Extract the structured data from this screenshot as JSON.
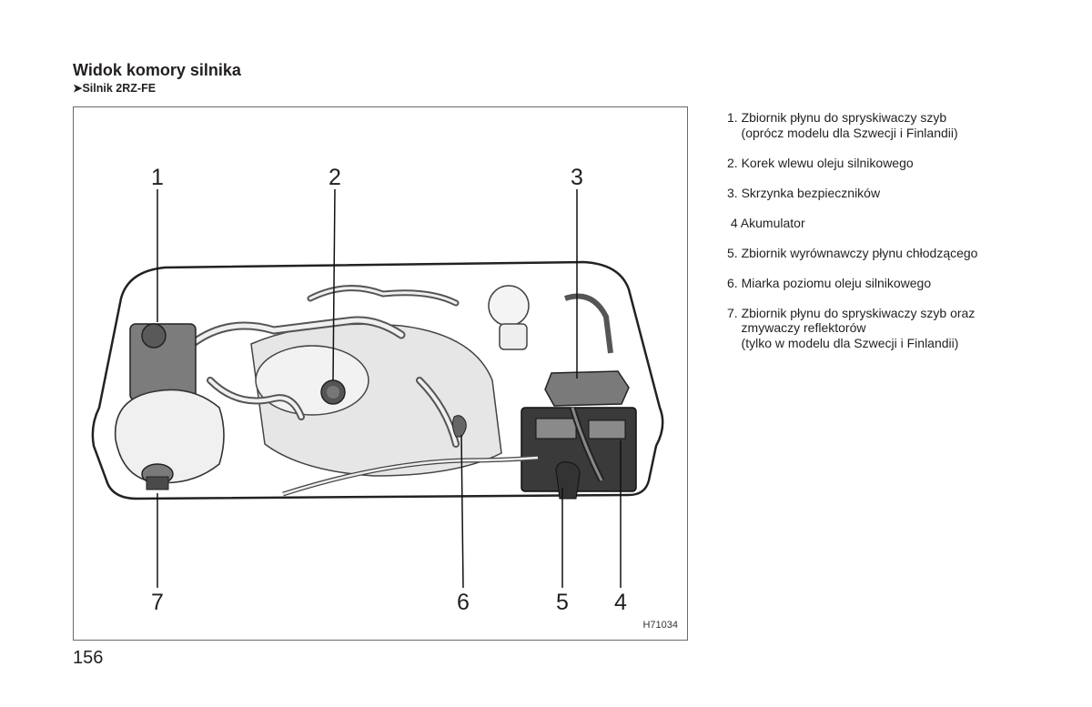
{
  "header": {
    "title": "Widok komory silnika",
    "subtitle": "➤Silnik 2RZ-FE"
  },
  "figure": {
    "code": "H71034",
    "callouts": [
      "1",
      "2",
      "3",
      "4",
      "5",
      "6",
      "7"
    ]
  },
  "legend": [
    "1. Zbiornik płynu do spryskiwaczy szyb\n    (oprócz modelu dla Szwecji i Finlandii)",
    "2. Korek wlewu oleju silnikowego",
    "3. Skrzynka bezpieczników",
    " 4 Akumulator",
    "5. Zbiornik wyrównawczy płynu chłodzącego",
    "6. Miarka poziomu oleju silnikowego",
    "7. Zbiornik płynu do spryskiwaczy szyb oraz\n    zmywaczy reflektorów\n    (tylko w modelu dla Szwecji i Finlandii)"
  ],
  "page_number": "156"
}
